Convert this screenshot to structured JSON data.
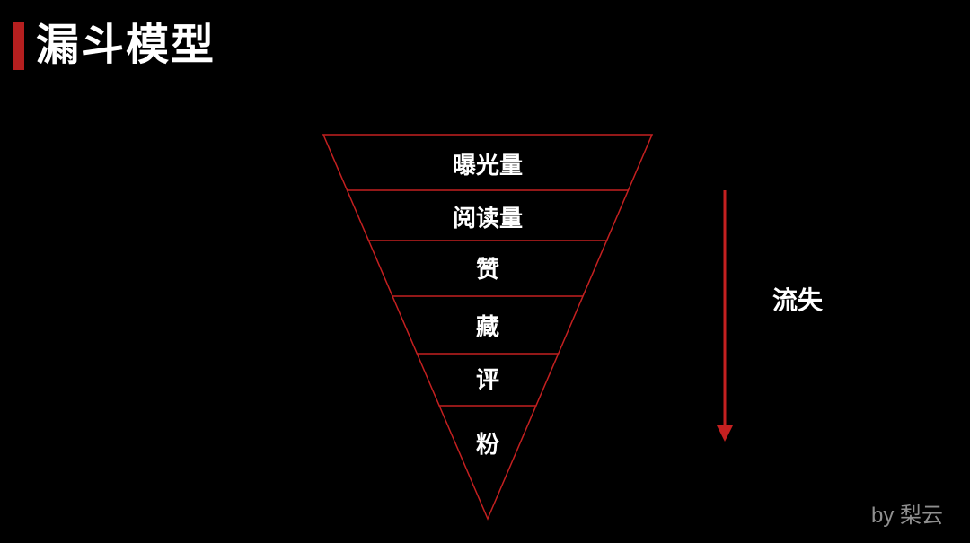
{
  "page": {
    "title": "漏斗模型",
    "watermark": "by 梨云"
  },
  "funnel": {
    "levels": [
      {
        "label": "曝光量"
      },
      {
        "label": "阅读量"
      },
      {
        "label": "赞"
      },
      {
        "label": "藏"
      },
      {
        "label": "评"
      },
      {
        "label": "粉"
      }
    ],
    "arrow_label": "流失"
  },
  "colors": {
    "background": "#000000",
    "accent_red": "#c42020",
    "text_white": "#ffffff",
    "watermark_gray": "#8f8f8f"
  }
}
